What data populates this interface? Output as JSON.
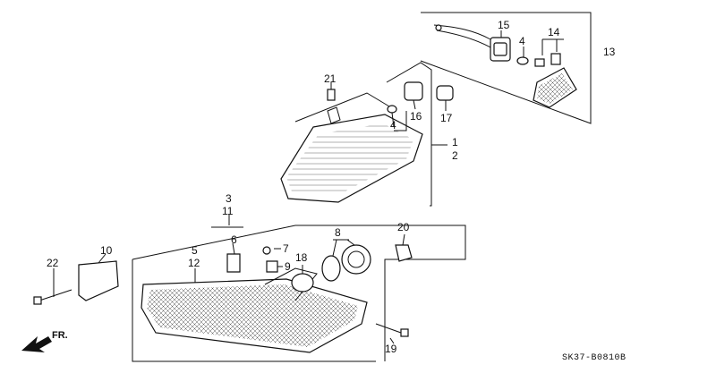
{
  "callouts": [
    {
      "id": "c1",
      "text": "1"
    },
    {
      "id": "c2",
      "text": "2"
    },
    {
      "id": "c3",
      "text": "3"
    },
    {
      "id": "c4a",
      "text": "4"
    },
    {
      "id": "c4b",
      "text": "4"
    },
    {
      "id": "c5",
      "text": "5"
    },
    {
      "id": "c6",
      "text": "6"
    },
    {
      "id": "c7",
      "text": "7"
    },
    {
      "id": "c8",
      "text": "8"
    },
    {
      "id": "c9",
      "text": "9"
    },
    {
      "id": "c10",
      "text": "10"
    },
    {
      "id": "c11",
      "text": "11"
    },
    {
      "id": "c12",
      "text": "12"
    },
    {
      "id": "c13",
      "text": "13"
    },
    {
      "id": "c14",
      "text": "14"
    },
    {
      "id": "c15",
      "text": "15"
    },
    {
      "id": "c16",
      "text": "16"
    },
    {
      "id": "c17",
      "text": "17"
    },
    {
      "id": "c18",
      "text": "18"
    },
    {
      "id": "c19",
      "text": "19"
    },
    {
      "id": "c20",
      "text": "20"
    },
    {
      "id": "c21",
      "text": "21"
    },
    {
      "id": "c22",
      "text": "22"
    }
  ],
  "direction_label": "FR.",
  "diagram_code": "SK37-B0810B",
  "icons": {
    "front_arrow": "arrow-left-down-icon"
  }
}
